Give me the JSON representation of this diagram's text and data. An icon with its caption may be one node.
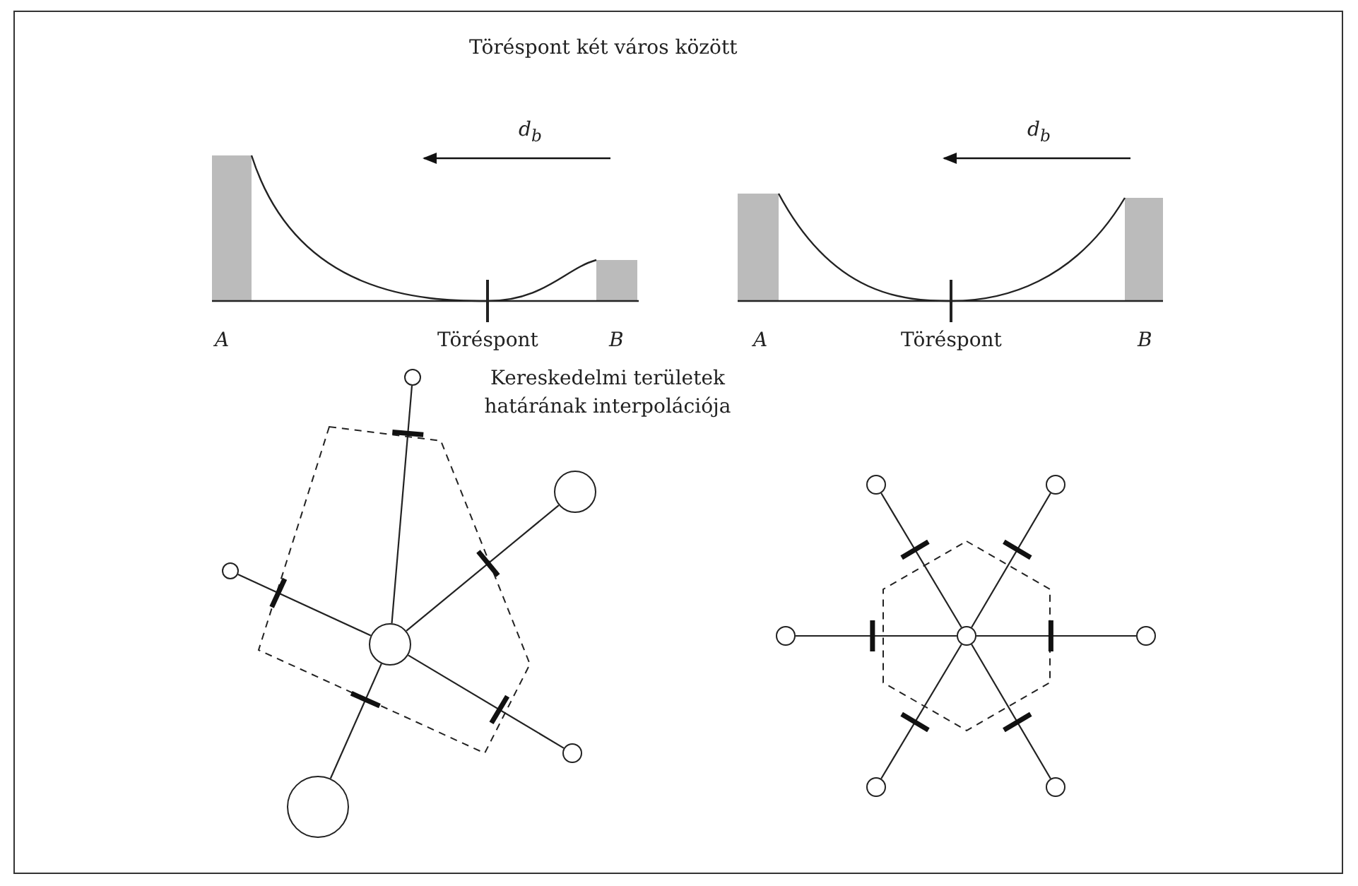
{
  "diagram": {
    "nodes": [
      {
        "text": [],
        "shape": "circle"
      },
      {
        "text": [],
        "shape": "circle"
      },
      {
        "text": [],
        "shape": "circle"
      },
      {
        "text": [],
        "shape": "circle"
      },
      {
        "text": [],
        "shape": "circle"
      },
      {
        "text": [],
        "shape": "circle"
      },
      {
        "text": [],
        "shape": "circle"
      },
      {
        "text": [],
        "shape": "circle"
      },
      {
        "text": [],
        "shape": "circle"
      },
      {
        "text": [],
        "shape": "circle"
      },
      {
        "text": [],
        "shape": "circle"
      },
      {
        "text": [],
        "shape": "circle"
      },
      {
        "text": [],
        "shape": "circle"
      }
    ],
    "edges": [
      {
        "from": 2,
        "to": 0,
        "arrow": "none"
      },
      {
        "from": 2,
        "to": 1,
        "arrow": "none"
      },
      {
        "from": 2,
        "to": 3,
        "arrow": "none"
      },
      {
        "from": 2,
        "to": 4,
        "arrow": "none"
      },
      {
        "from": 2,
        "to": 5,
        "arrow": "none"
      },
      {
        "from": 9,
        "to": 6,
        "arrow": "none"
      },
      {
        "from": 9,
        "to": 7,
        "arrow": "none"
      },
      {
        "from": 9,
        "to": 8,
        "arrow": "none"
      },
      {
        "from": 9,
        "to": 10,
        "arrow": "none"
      },
      {
        "from": 9,
        "to": 11,
        "arrow": "none"
      },
      {
        "from": 9,
        "to": 12,
        "arrow": "none"
      }
    ],
    "labels": [
      "Töréspont két város között",
      "d$_{b}$",
      "d$_{b}$",
      "A",
      "Töréspont",
      "B",
      "A",
      "Töréspont",
      "B",
      "Kereskedelmi területek határának interpolációja"
    ]
  }
}
